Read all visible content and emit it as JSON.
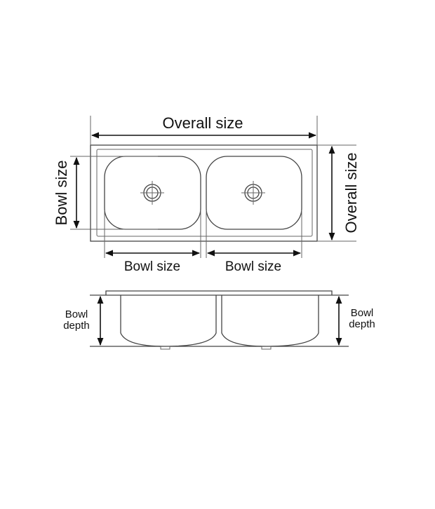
{
  "labels": {
    "overall_width": "Overall size",
    "overall_depth": "Overall size",
    "bowl_height": "Bowl size",
    "bowl_width_left": "Bowl size",
    "bowl_width_right": "Bowl size",
    "bowl_depth_left": [
      "Bowl",
      "depth"
    ],
    "bowl_depth_right": [
      "Bowl",
      "depth"
    ]
  }
}
